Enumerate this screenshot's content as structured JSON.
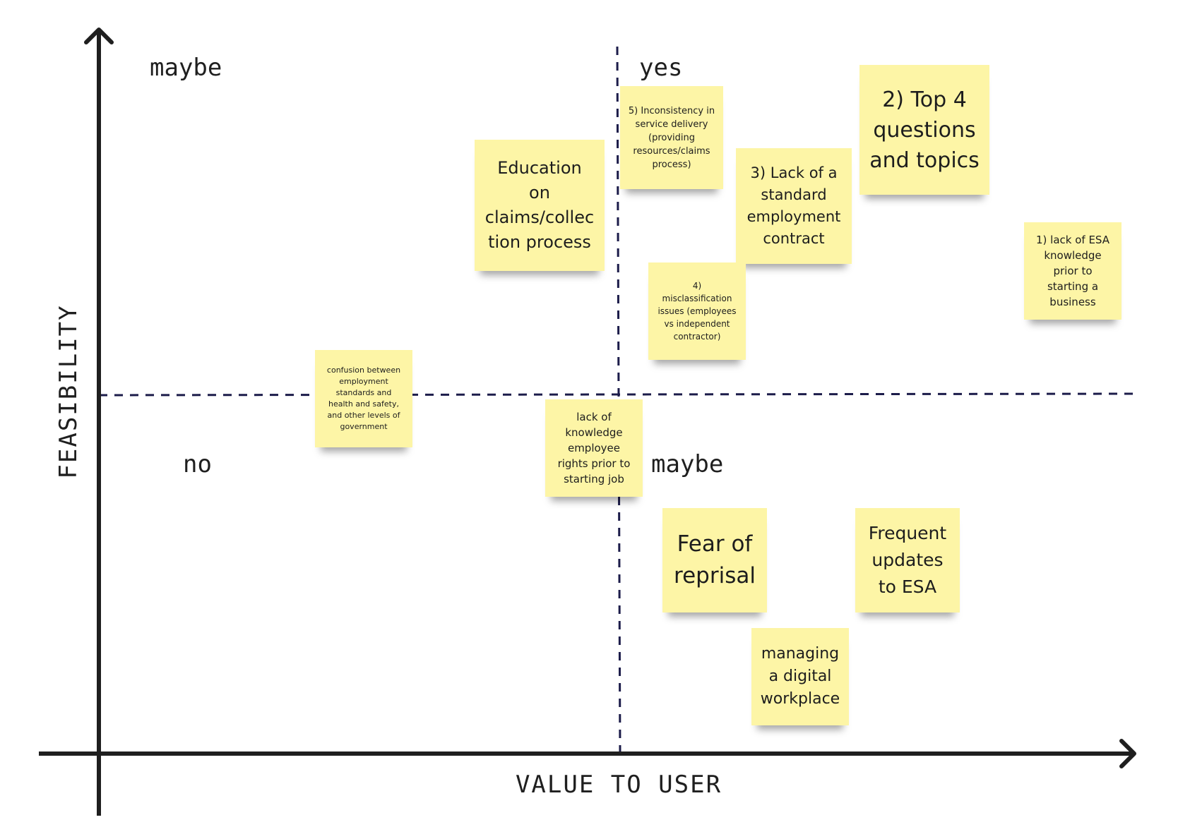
{
  "axes": {
    "x_title": "VALUE TO USER",
    "y_title": "FEASIBILITY"
  },
  "quadrants": {
    "top_left": "maybe",
    "top_right": "yes",
    "bottom_left": "no",
    "bottom_right": "maybe"
  },
  "notes": {
    "n1": "Education\non\nclaims/collec\ntion process",
    "n2": "5) Inconsistency in\nservice delivery\n(providing\nresources/claims\nprocess)",
    "n3": "3) Lack of a\nstandard\nemployment\ncontract",
    "n4": "2) Top 4\nquestions\nand topics",
    "n5": "1) lack of ESA\nknowledge\nprior to\nstarting a\nbusiness",
    "n6": "4)\nmisclassification\nissues (employees\nvs independent\ncontractor)",
    "n7": "confusion between\nemployment\nstandards and\nhealth and safety,\nand other levels of\ngovernment",
    "n8": "lack of\nknowledge\nemployee\nrights prior to\nstarting job",
    "n9": "Fear of\nreprisal",
    "n10": "Frequent\nupdates\nto ESA",
    "n11": "managing\na digital\nworkplace"
  },
  "colors": {
    "sticky": "#fdf5a6",
    "axis": "#1f1f1f",
    "divider": "#1c1c4a"
  }
}
